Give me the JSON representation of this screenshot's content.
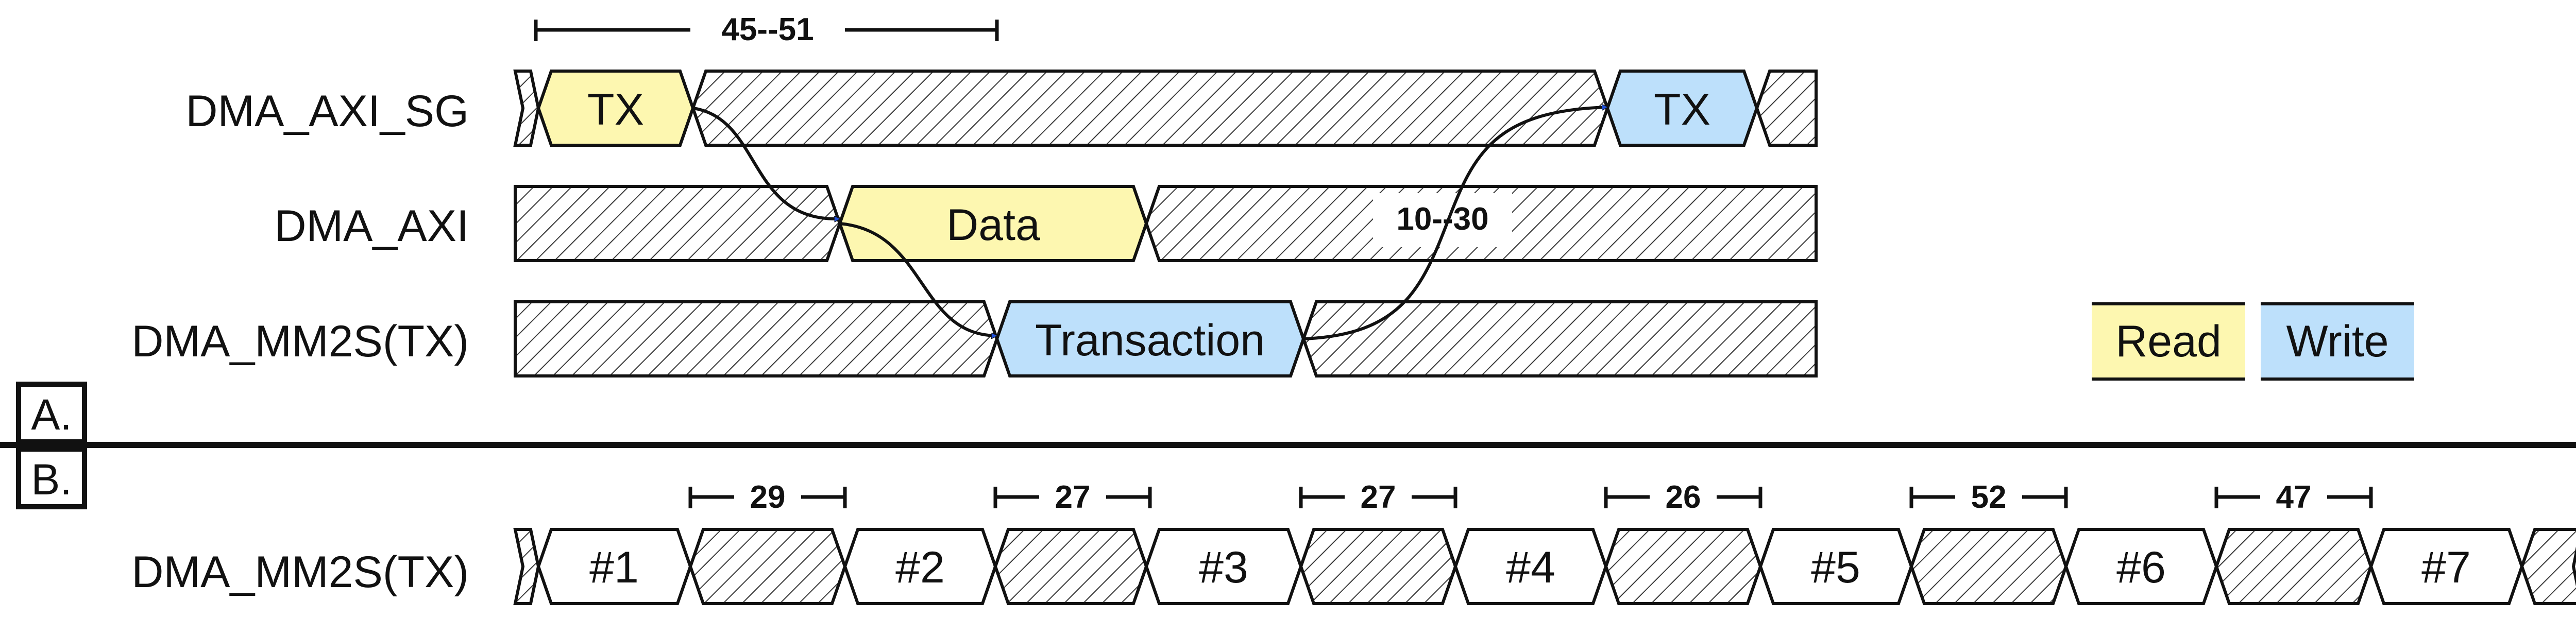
{
  "colors": {
    "read": "#fdf7b0",
    "write": "#bde0fb",
    "line": "#111111",
    "background": "#ffffff"
  },
  "section_a": {
    "label": "A.",
    "signals": [
      {
        "name": "DMA_AXI_SG",
        "segments": [
          {
            "kind": "data",
            "label": "TX",
            "color": "read"
          },
          {
            "kind": "data",
            "label": "TX",
            "color": "write"
          }
        ]
      },
      {
        "name": "DMA_AXI",
        "segments": [
          {
            "kind": "data",
            "label": "Data",
            "color": "read"
          }
        ]
      },
      {
        "name": "DMA_MM2S(TX)",
        "segments": [
          {
            "kind": "data",
            "label": "Transaction",
            "color": "write"
          }
        ]
      }
    ],
    "measurements": [
      "45--51",
      "10--30"
    ],
    "legend": {
      "read": "Read",
      "write": "Write"
    }
  },
  "section_b": {
    "label": "B.",
    "signal": "DMA_MM2S(TX)",
    "transactions": [
      "#1",
      "#2",
      "#3",
      "#4",
      "#5",
      "#6",
      "#7"
    ],
    "gaps": [
      "29",
      "27",
      "27",
      "26",
      "52",
      "47"
    ]
  }
}
